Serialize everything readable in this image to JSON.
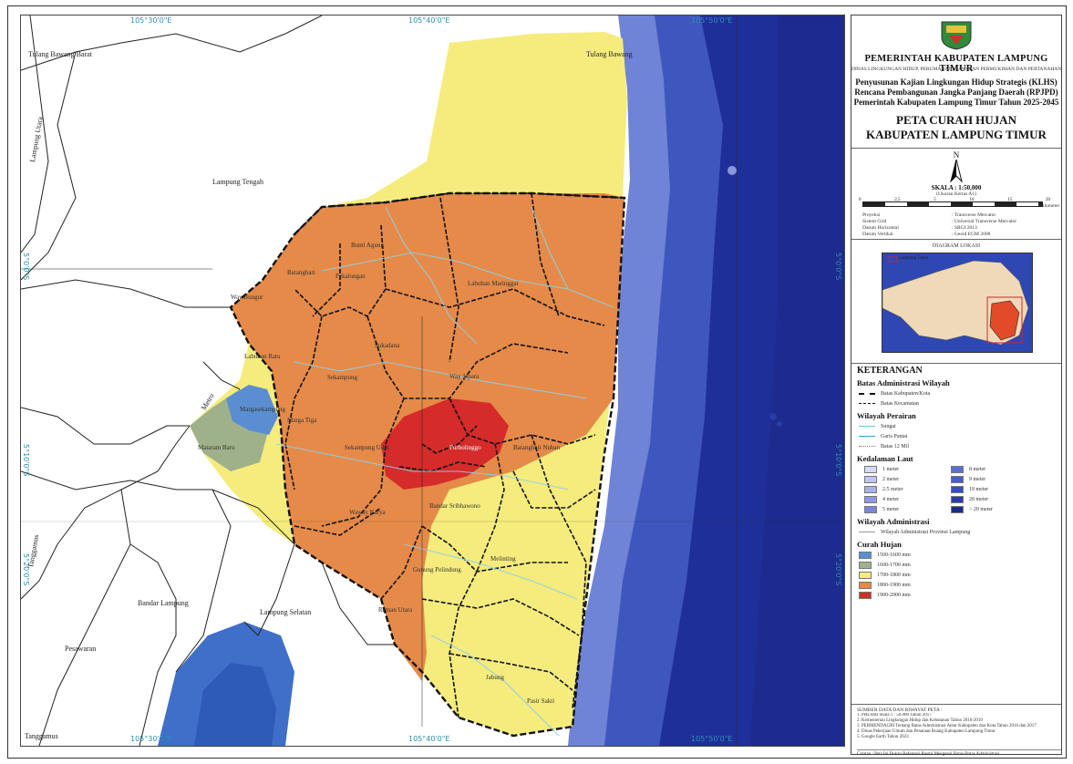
{
  "map": {
    "coords_top": [
      "105°30'0\"E",
      "105°40'0\"E",
      "105°50'0\"E"
    ],
    "coords_bottom": [
      "105°30'0\"E",
      "105°40'0\"E",
      "105°50'0\"E"
    ],
    "coords_left": [
      "5°0'0\"S",
      "5°10'0\"S",
      "5°20'0\"S"
    ],
    "coords_right": [
      "5°0'0\"S",
      "5°10'0\"S",
      "5°20'0\"S"
    ],
    "neighbor_labels": [
      "Tulang Bawang Barat",
      "Tulang Bawang",
      "Lampung Utara",
      "Lampung Tengah",
      "Metro",
      "Bandar Lampung",
      "Lampung Selatan",
      "Pesawaran",
      "Tanggamus",
      "Tanggamus"
    ],
    "district_labels": [
      "Bumi Agung",
      "Batanghari",
      "Pekalongan",
      "Way Bungur",
      "Labuhan Maringgai",
      "Sukadana",
      "Way Jepara",
      "Labuhan Ratu",
      "Sekampung",
      "Marga Tiga",
      "Margasekampung",
      "Mataram Baru",
      "Sekampung Udik",
      "Bandar Sribhawono",
      "Waway Karya",
      "Pasir Sakti",
      "Jabung",
      "Melinting",
      "Gunung Pelindung",
      "Raman Utara",
      "Purbolinggo",
      "Batanghari Nuban"
    ],
    "colors": {
      "sea_shallow": "#6f84d6",
      "sea_mid": "#3f56bf",
      "sea_deep": "#1f2f9a",
      "rain_1": "#5b8ed1",
      "rain_2": "#9fb18a",
      "rain_3": "#f5ec7d",
      "rain_4": "#e58a48",
      "rain_5": "#d52b2b"
    }
  },
  "header": {
    "gov": "PEMERINTAH KABUPATEN LAMPUNG TIMUR",
    "dept": "DINAS LINGKUNGAN HIDUP, PERUMAHAN, KAWASAN PERMUKIMAN DAN PERTANAHAN",
    "project_1": "Penyusunan Kajian Lingkungan Hidup Strategis (KLHS)",
    "project_2": "Rencana Pembangunan Jangka Panjang Daerah (RPJPD)",
    "project_3": "Pemerintah Kabupaten Lampung Timur Tahun 2025-2045",
    "title_1": "PETA CURAH HUJAN",
    "title_2": "KABUPATEN LAMPUNG TIMUR"
  },
  "scale": {
    "north": "N",
    "label": "SKALA : 1:50,000",
    "sub": "(Ukuran Kertas A1)",
    "ticks": [
      "0",
      "2,5",
      "5",
      "10",
      "15",
      "20"
    ],
    "unit": "Kilometer",
    "proj_left": [
      "Proyeksi",
      "Sistem Grid",
      "Datum Horizontal",
      "Datum Vertikal"
    ],
    "proj_right": [
      ": Transverse Mercator",
      ": Universal Transverse Mercator",
      ": SRGI 2013",
      ": Geoid EGM 2008"
    ]
  },
  "inset": {
    "title": "DIAGRAM LOKASI",
    "legend": "Lampung Timur"
  },
  "legend": {
    "title": "KETERANGAN",
    "admin_title": "Batas Administrasi Wilayah",
    "admin_items": [
      "Batas Kabupaten/Kota",
      "Batas Kecamatan"
    ],
    "water_title": "Wilayah Perairan",
    "water_items": [
      "Sungai",
      "Garis Pantai",
      "Batas 12 Mil"
    ],
    "depth_title": "Kedalaman Laut",
    "depth_left": [
      "1 meter",
      "2 meter",
      "2.5 meter",
      "4 meter",
      "5 meter"
    ],
    "depth_right": [
      "8 meter",
      "9 meter",
      "10 meter",
      "20 meter",
      "> 20 meter"
    ],
    "depth_colors_left": [
      "#d7dbf4",
      "#bfc5ee",
      "#a8b0e6",
      "#8f99de",
      "#7a86d8"
    ],
    "depth_colors_right": [
      "#5f6fd0",
      "#4b5dc8",
      "#3a4dbf",
      "#2b3bb0",
      "#1c2a8f"
    ],
    "wil_title": "Wilayah Administrasi",
    "wil_item": "Wilayah Administrasi Provinsi Lampung",
    "rain_title": "Curah Hujan",
    "rain_items": [
      "1500-1600 mm",
      "1600-1700 mm",
      "1700-1800 mm",
      "1800-1900 mm",
      "1900-2000 mm"
    ]
  },
  "sources": {
    "title": "SUMBER DATA DAN RIWAYAT PETA :",
    "lines": [
      "1. Peta RBI Skala 1 : 50.000 Tahun 2017",
      "2. Kementerian Lingkungan Hidup dan Kehutanan Tahun 2016-2019",
      "3. PERMENDAGRI Tentang Batas Administrasi Antar Kabupaten dan Kota Tahun 2016 dan 2017",
      "4. Dinas Pekerjaan Umum dan Penataan Ruang Kabupaten Lampung Timur",
      "5. Google Earth Tahun 2023"
    ],
    "footer": "Catatan : Peta Ini Bukan Referensi Resmi Mengenai Batas-Batas Administrasi"
  }
}
